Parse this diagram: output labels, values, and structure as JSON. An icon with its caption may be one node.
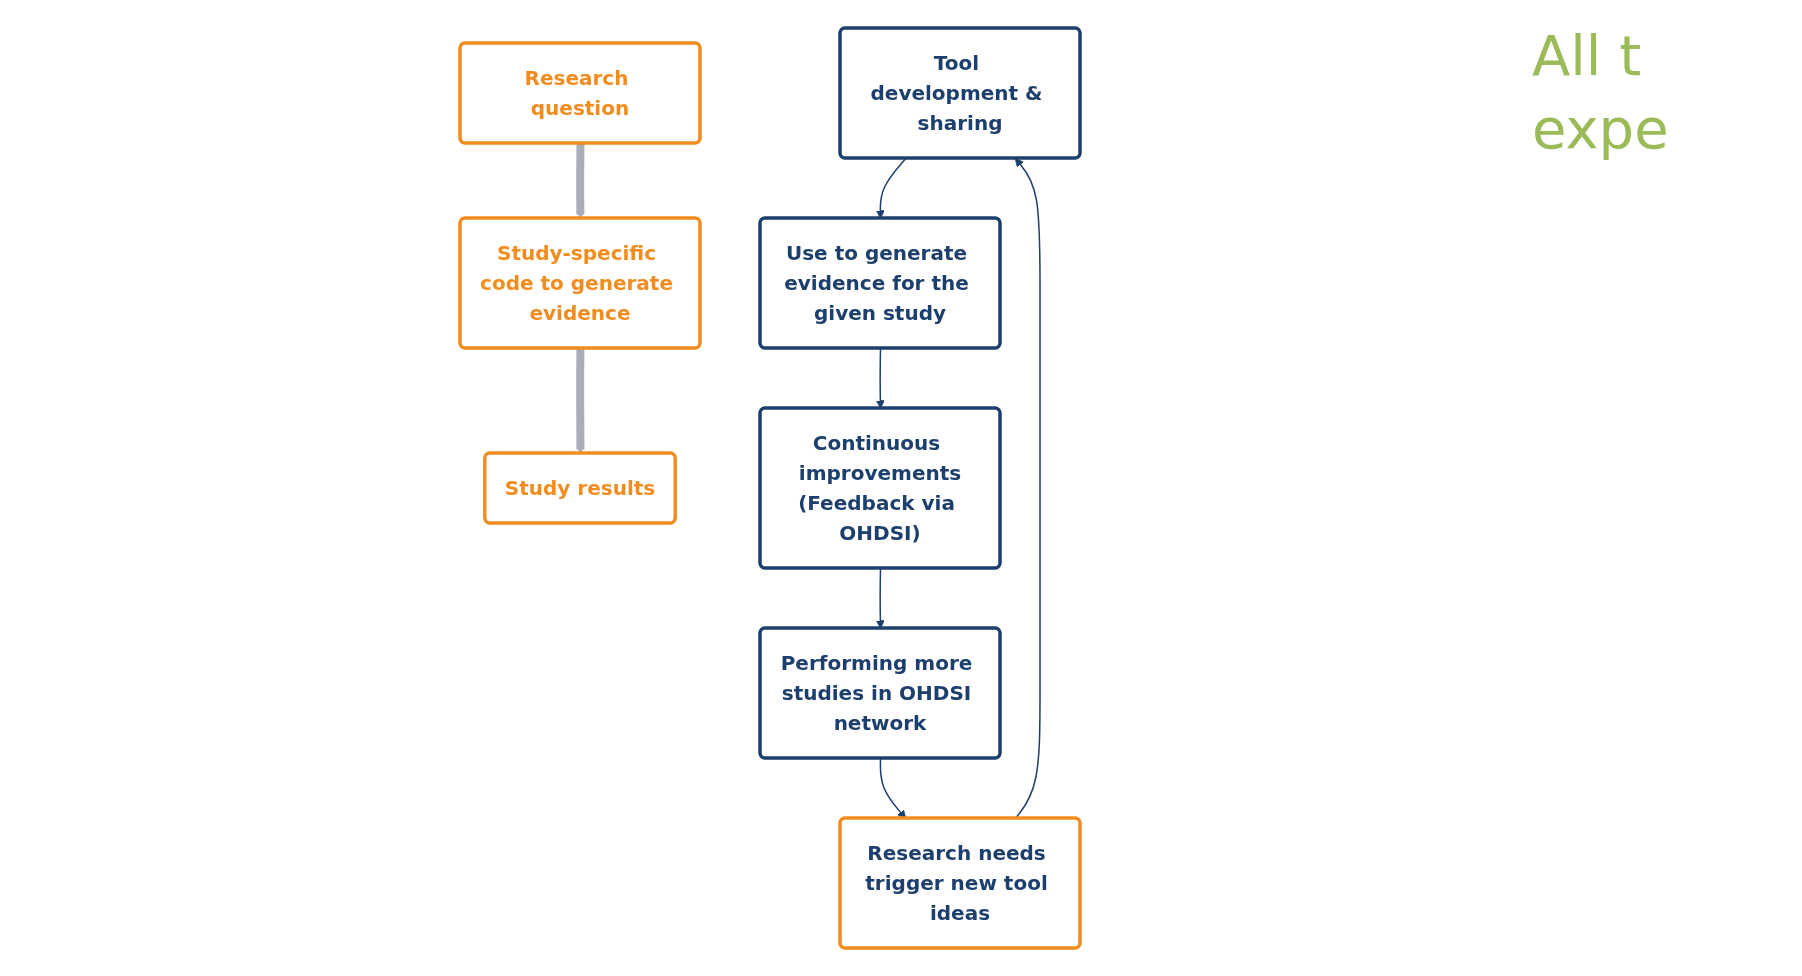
{
  "diagram": {
    "nodes": [
      {
        "text": [
          "Research question"
        ]
      },
      {
        "text": [
          "Study-specific code to generate evidence"
        ]
      },
      {
        "text": [
          "Study results"
        ]
      },
      {
        "text": [
          "Tool development & sharing"
        ]
      },
      {
        "text": [
          "Use to generate evidence for the given study"
        ]
      },
      {
        "text": [
          "Continuous improvements",
          "(Feedback via OHDSI)"
        ]
      },
      {
        "text": [
          "Performing more studies in OHDSI network"
        ]
      },
      {
        "text": [
          "Research needs trigger new tool ideas"
        ]
      }
    ],
    "edges": [
      {
        "from": 0,
        "to": 1,
        "arrow": "to",
        "style": "thick",
        "color": "#a9aeb9"
      },
      {
        "from": 1,
        "to": 2,
        "arrow": "to",
        "style": "thick",
        "color": "#a9aeb9"
      },
      {
        "from": 3,
        "to": 4,
        "arrow": "to"
      },
      {
        "from": 4,
        "to": 5,
        "arrow": "to"
      },
      {
        "from": 5,
        "to": 6,
        "arrow": "to"
      },
      {
        "from": 6,
        "to": 7,
        "arrow": "to"
      },
      {
        "from": 7,
        "to": 3,
        "arrow": "to"
      }
    ],
    "labels": [
      "All t",
      "expe"
    ]
  }
}
